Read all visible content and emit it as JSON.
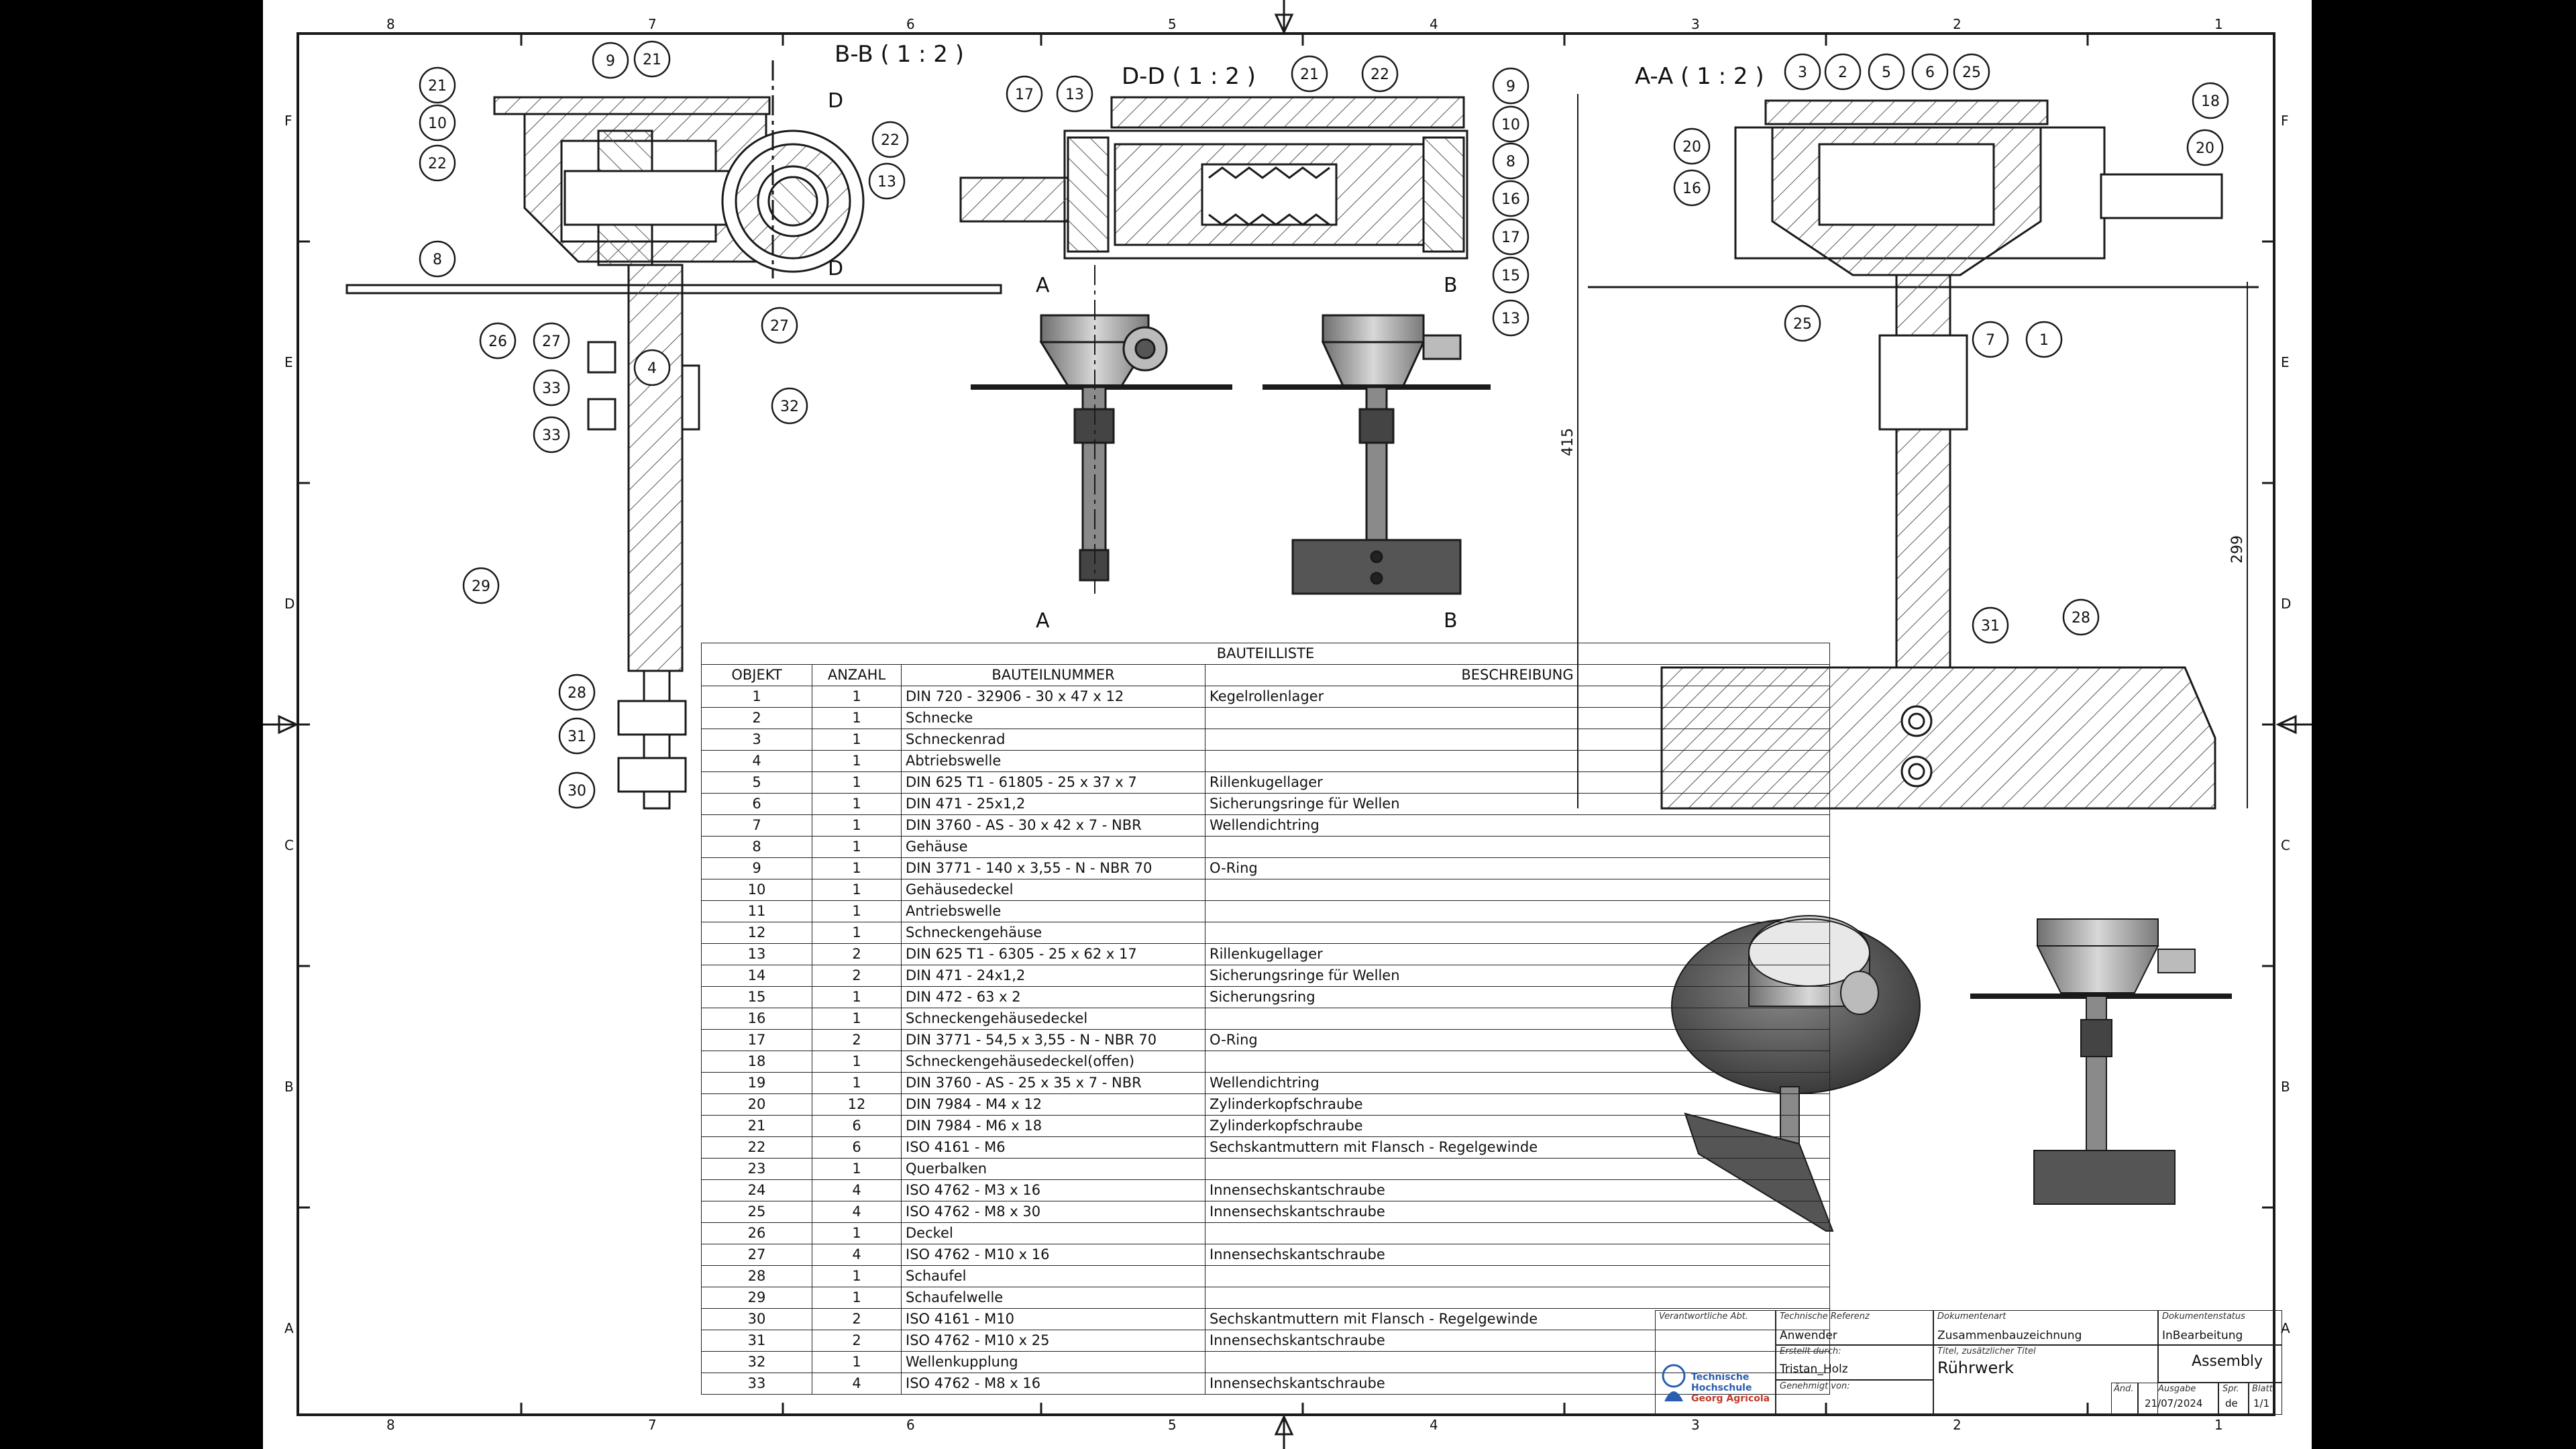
{
  "views": {
    "bb_title": "B-B ( 1 : 2 )",
    "dd_title": "D-D ( 1 : 2 )",
    "aa_title": "A-A ( 1 : 2 )",
    "cut_letters": {
      "D": "D",
      "A": "A",
      "B": "B"
    },
    "dimensions": {
      "height_total": "415",
      "height_lower": "299"
    }
  },
  "frame": {
    "columns": [
      "8",
      "7",
      "6",
      "5",
      "4",
      "3",
      "2",
      "1"
    ],
    "rows": [
      "F",
      "E",
      "D",
      "C",
      "B",
      "A"
    ]
  },
  "balloons": {
    "bb": [
      "21",
      "21",
      "9",
      "10",
      "22",
      "22",
      "13",
      "8",
      "26",
      "27",
      "27",
      "4",
      "33",
      "32",
      "33",
      "29",
      "28",
      "31",
      "30"
    ],
    "dd": [
      "17",
      "13",
      "21",
      "22",
      "9",
      "10",
      "8",
      "16",
      "17",
      "15",
      "13"
    ],
    "aa": [
      "3",
      "2",
      "5",
      "6",
      "25",
      "18",
      "20",
      "20",
      "16",
      "25",
      "7",
      "1",
      "31",
      "28"
    ]
  },
  "bom": {
    "caption": "BAUTEILLISTE",
    "headers": [
      "OBJEKT",
      "ANZAHL",
      "BAUTEILNUMMER",
      "BESCHREIBUNG"
    ],
    "rows": [
      [
        "1",
        "1",
        "DIN 720 - 32906 - 30 x 47 x 12",
        "Kegelrollenlager"
      ],
      [
        "2",
        "1",
        "Schnecke",
        ""
      ],
      [
        "3",
        "1",
        "Schneckenrad",
        ""
      ],
      [
        "4",
        "1",
        "Abtriebswelle",
        ""
      ],
      [
        "5",
        "1",
        "DIN 625 T1 - 61805 - 25 x 37 x 7",
        "Rillenkugellager"
      ],
      [
        "6",
        "1",
        "DIN 471 - 25x1,2",
        "Sicherungsringe für Wellen"
      ],
      [
        "7",
        "1",
        "DIN 3760 - AS - 30 x 42 x 7 - NBR",
        "Wellendichtring"
      ],
      [
        "8",
        "1",
        "Gehäuse",
        ""
      ],
      [
        "9",
        "1",
        "DIN 3771 - 140 x 3,55 - N - NBR 70",
        "O-Ring"
      ],
      [
        "10",
        "1",
        "Gehäusedeckel",
        ""
      ],
      [
        "11",
        "1",
        "Antriebswelle",
        ""
      ],
      [
        "12",
        "1",
        "Schneckengehäuse",
        ""
      ],
      [
        "13",
        "2",
        "DIN 625 T1 - 6305 - 25 x 62 x 17",
        "Rillenkugellager"
      ],
      [
        "14",
        "2",
        "DIN 471 - 24x1,2",
        "Sicherungsringe für Wellen"
      ],
      [
        "15",
        "1",
        "DIN 472 - 63 x 2",
        "Sicherungsring"
      ],
      [
        "16",
        "1",
        "Schneckengehäusedeckel",
        ""
      ],
      [
        "17",
        "2",
        "DIN 3771 - 54,5 x 3,55 - N - NBR 70",
        "O-Ring"
      ],
      [
        "18",
        "1",
        "Schneckengehäusedeckel(offen)",
        ""
      ],
      [
        "19",
        "1",
        "DIN 3760 - AS - 25 x 35 x 7 - NBR",
        "Wellendichtring"
      ],
      [
        "20",
        "12",
        "DIN 7984 - M4 x 12",
        "Zylinderkopfschraube"
      ],
      [
        "21",
        "6",
        "DIN 7984 - M6 x 18",
        "Zylinderkopfschraube"
      ],
      [
        "22",
        "6",
        "ISO 4161 - M6",
        "Sechskantmuttern mit Flansch - Regelgewinde"
      ],
      [
        "23",
        "1",
        "Querbalken",
        ""
      ],
      [
        "24",
        "4",
        "ISO 4762 - M3 x 16",
        "Innensechskantschraube"
      ],
      [
        "25",
        "4",
        "ISO 4762 - M8 x 30",
        "Innensechskantschraube"
      ],
      [
        "26",
        "1",
        "Deckel",
        ""
      ],
      [
        "27",
        "4",
        "ISO 4762 - M10 x 16",
        "Innensechskantschraube"
      ],
      [
        "28",
        "1",
        "Schaufel",
        ""
      ],
      [
        "29",
        "1",
        "Schaufelwelle",
        ""
      ],
      [
        "30",
        "2",
        "ISO 4161 - M10",
        "Sechskantmuttern mit Flansch - Regelgewinde"
      ],
      [
        "31",
        "2",
        "ISO 4762  - M10 x 25",
        "Innensechskantschraube"
      ],
      [
        "32",
        "1",
        "Wellenkupplung",
        ""
      ],
      [
        "33",
        "4",
        "ISO 4762  - M8 x 16",
        "Innensechskantschraube"
      ]
    ]
  },
  "title_block": {
    "verantwortliche_label": "Verantwortliche Abt.",
    "technische_referenz_label": "Technische Referenz",
    "technische_referenz": "Anwender",
    "erstellt_label": "Erstellt durch:",
    "erstellt": "Tristan_Holz",
    "genehmigt_label": "Genehmigt von:",
    "dokumentenart_label": "Dokumentenart",
    "dokumentenart": "Zusammenbauzeichnung",
    "titel_label": "Titel, zusätzlicher Titel",
    "titel": "Rührwerk",
    "status_label": "Dokumentenstatus",
    "status": "InBearbeitung",
    "assembly": "Assembly",
    "aend_label": "Änd.",
    "ausgabe_label": "Ausgabe",
    "ausgabe": "21/07/2024",
    "spr_label": "Spr.",
    "spr": "de",
    "blatt_label": "Blatt",
    "blatt": "1/1",
    "logo_line1": "Technische",
    "logo_line2": "Hochschule",
    "logo_line3": "Georg Agricola"
  },
  "colors": {
    "line": "#1a1a1a",
    "hatch": "#555555",
    "shade": "#8a8a8a",
    "dark": "#4a4a4a",
    "logo": "#2a5db0"
  }
}
